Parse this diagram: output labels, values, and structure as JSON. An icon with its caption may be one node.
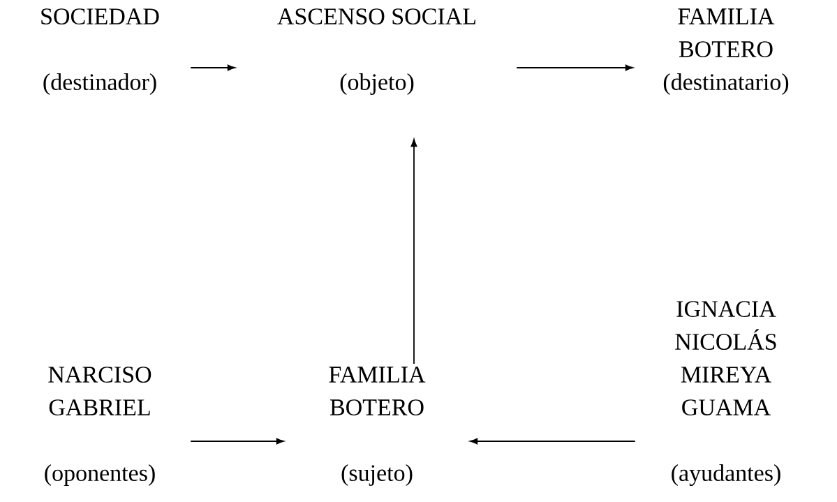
{
  "diagram": {
    "nodes": [
      {
        "text": [
          "SOCIEDAD",
          "(destinador)"
        ]
      },
      {
        "text": [
          "ASCENSO SOCIAL",
          "(objeto)"
        ]
      },
      {
        "text": [
          "FAMILIA BOTERO",
          "(destinatario)"
        ]
      },
      {
        "text": [
          "NARCISO GABRIEL",
          "(oponentes)"
        ]
      },
      {
        "text": [
          "FAMILIA BOTERO",
          "(sujeto)"
        ]
      },
      {
        "text": [
          "IGNACIA NICOLÁS MIREYA GUAMA",
          "(ayudantes)"
        ]
      }
    ],
    "edges": [
      {
        "from": 0,
        "to": 1,
        "arrow": "to"
      },
      {
        "from": 1,
        "to": 2,
        "arrow": "to"
      },
      {
        "from": 4,
        "to": 1,
        "arrow": "to"
      },
      {
        "from": 3,
        "to": 4,
        "arrow": "to"
      },
      {
        "from": 5,
        "to": 4,
        "arrow": "to"
      }
    ]
  }
}
